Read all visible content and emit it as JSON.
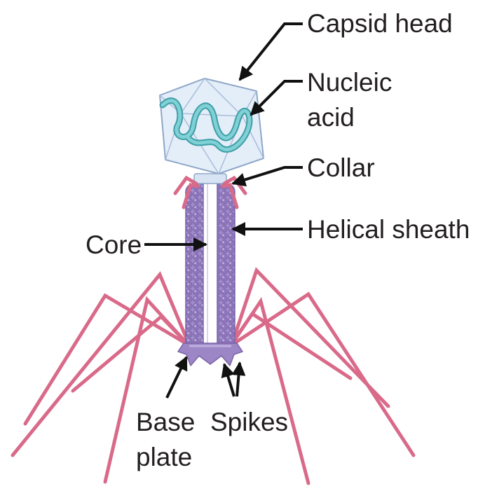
{
  "diagram": {
    "labels": {
      "capsid_head": "Capsid head",
      "nucleic_acid_line1": "Nucleic",
      "nucleic_acid_line2": "acid",
      "collar": "Collar",
      "helical_sheath": "Helical sheath",
      "core": "Core",
      "base_plate_line1": "Base",
      "base_plate_line2": "plate",
      "spikes": "Spikes"
    },
    "colors": {
      "capsid_fill": "#e4eef9",
      "capsid_stroke": "#8fa7c8",
      "nucleic_acid": "#5bbcc2",
      "sheath": "#9a86c4",
      "sheath_bead": "#8e76bb",
      "core": "#ffffff",
      "collar_fibers": "#d96a89",
      "tail_fibers": "#d96a89",
      "base_plate": "#9c86c6",
      "text": "#231f20",
      "leader_lines": "#111111"
    }
  }
}
